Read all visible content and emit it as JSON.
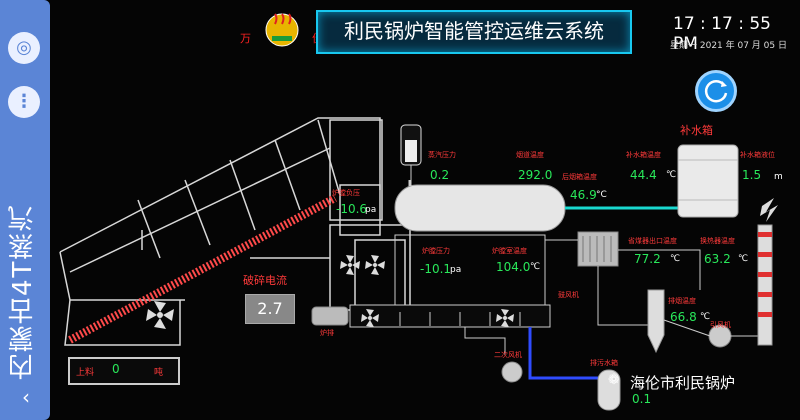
{
  "sidebar": {
    "title": "内蒙古4T蒸汽",
    "top_icon": "target-icon",
    "menu_icon": "more-dots-icon",
    "back_icon": "back-chevron-icon"
  },
  "header": {
    "title": "利民锅炉智能管控运维云系统",
    "time": "17 : 17 : 55 PM",
    "date": "星期一 2021 年 07 月 05 日",
    "logo_left": "万",
    "logo_right": "佳"
  },
  "labels": {
    "steam_pressure": "蒸汽压力",
    "flue_temp": "烟道温度",
    "after_flue_temp": "后烟箱温度",
    "makeup_tank": "补水箱",
    "makeup_tank_temp": "补水箱温度",
    "makeup_tank_level": "补水箱液位",
    "furnace_neg_pressure": "炉膛负压",
    "furnace_pressure": "炉膛压力",
    "furnace_chamber_temp": "炉膛室温度",
    "economizer_out_temp": "省煤器出口温度",
    "heat_exchanger_temp": "换热器温度",
    "crusher_current": "破碎电流",
    "drum_fan": "鼓风机",
    "furnace_grate": "炉排",
    "secondary_fan": "二次风机",
    "exhaust_temp": "排烟温度",
    "induced_fan": "引风机",
    "drain_tank": "排污水箱",
    "bottom_left_1": "上料",
    "bottom_left_2": "吨"
  },
  "values": {
    "steam_pressure": "0.2",
    "flue_temp": "292.0",
    "after_flue_temp": "46.9",
    "makeup_tank_temp": "44.4",
    "makeup_tank_level": "1.5",
    "furnace_neg_pressure": "-10.6",
    "furnace_pressure": "-10.1",
    "furnace_chamber_temp": "104.0",
    "economizer_out_temp": "77.2",
    "heat_exchanger_temp": "63.2",
    "crusher_current": "2.7",
    "exhaust_temp": "66.8",
    "drain_level": "0.1",
    "bottom_left_value": "0"
  },
  "units": {
    "celsius": "°C",
    "pa": "pa",
    "m": "m",
    "celsius_short": "℃"
  },
  "watermark": {
    "text": "海伦市利民锅炉",
    "icon": "wechat-icon"
  },
  "colors": {
    "sidebar": "#5b85d6",
    "title_border": "#18c8f0",
    "label_red": "#ff3a3a",
    "value_green": "#29e85a",
    "pipe_blue": "#2f4cff",
    "pipe_cyan": "#19d9d0",
    "conveyor_red": "#ff4a4a"
  }
}
